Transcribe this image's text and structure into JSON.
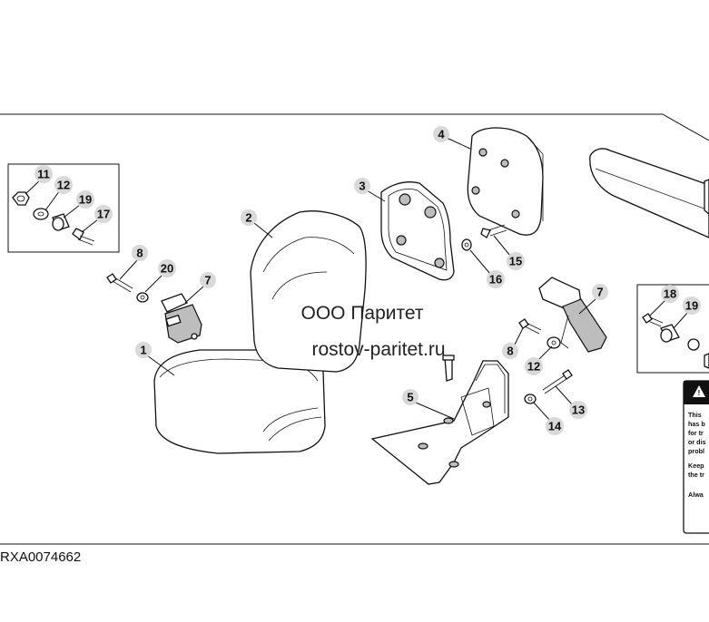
{
  "figure_id": "RXA0074662",
  "watermark": {
    "line1": "ООО Паритет",
    "line2": "rostov-paritet.ru"
  },
  "callouts": [
    "1",
    "2",
    "3",
    "4",
    "5",
    "7",
    "7",
    "8",
    "8",
    "11",
    "12",
    "12",
    "13",
    "14",
    "15",
    "16",
    "17",
    "18",
    "19",
    "19",
    "20"
  ],
  "warning_label": {
    "lines": [
      "This",
      "has b",
      "for tr",
      "or dis",
      "probl",
      "Keep",
      "the tr",
      "Alwa"
    ]
  },
  "colors": {
    "callout_fill": "#d9d9d9",
    "line": "#111111"
  }
}
